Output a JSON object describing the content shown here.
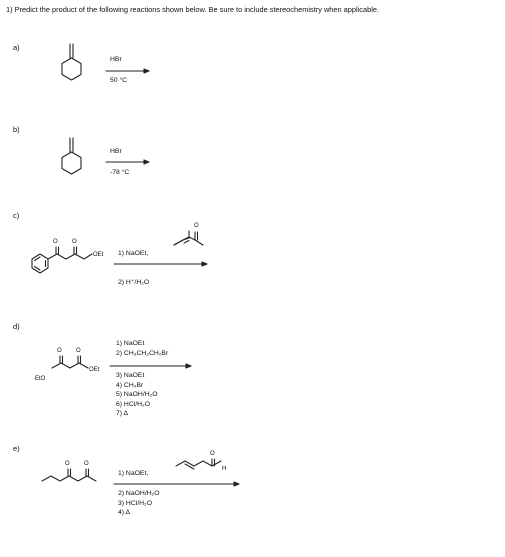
{
  "question": "1) Predict the product of the following reactions shown below. Be sure to include stereochemistry when applicable.",
  "parts": {
    "a": {
      "label": "a)",
      "reagent_above": "HBr",
      "reagent_below": "50 °C"
    },
    "b": {
      "label": "b)",
      "reagent_above": "HBr",
      "reagent_below": "-78 °C"
    },
    "c": {
      "label": "c)",
      "substituent": "OEt",
      "reagent_1": "1) NaOEt,",
      "reagent_2": "2) H⁺/H₂O",
      "carbonyl_atoms": [
        "O",
        "O",
        "O"
      ]
    },
    "d": {
      "label": "d)",
      "left_group": "EtO",
      "right_group": "OEt",
      "steps_above": [
        "1) NaOEt",
        "2) CH₃CH₂CH₂Br"
      ],
      "steps_below": [
        "3) NaOEt",
        "4) CH₃Br",
        "5) NaOH/H₂O",
        "6) HCl/H₂O",
        "7) Δ"
      ],
      "carbonyl_atoms": [
        "O",
        "O"
      ]
    },
    "e": {
      "label": "e)",
      "reagent_1": "1) NaOEt,",
      "aldehyde_h": "H",
      "steps_below": [
        "2) NaOH/H₂O",
        "3) HCl/H₂O",
        "4) Δ"
      ],
      "carbonyl_atoms": [
        "O",
        "O",
        "O"
      ]
    }
  }
}
